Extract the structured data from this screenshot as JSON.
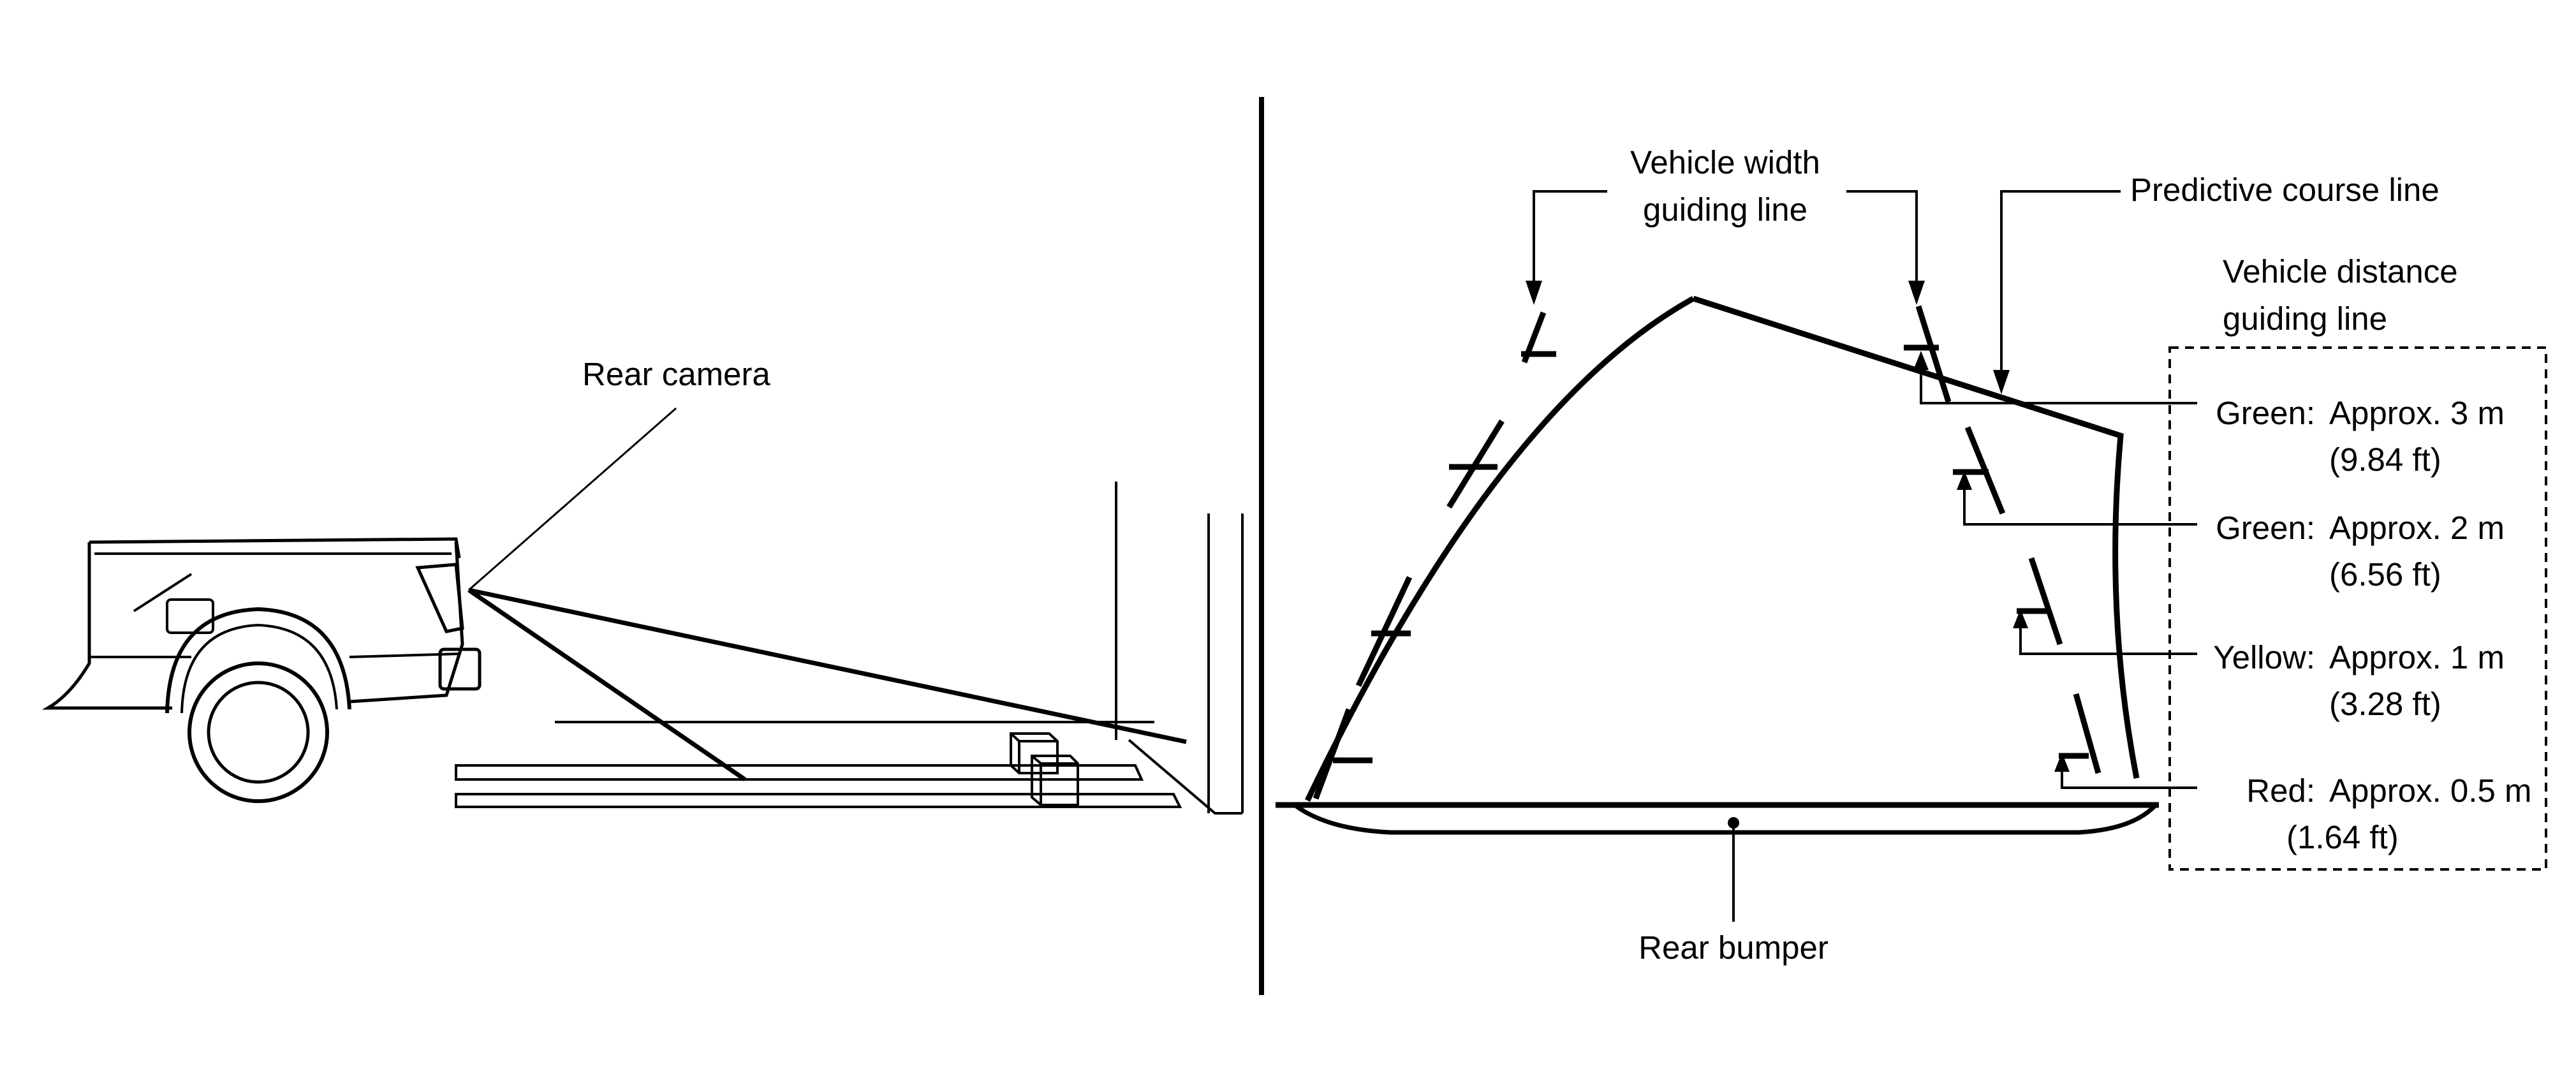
{
  "colors": {
    "ink": "#000000",
    "background": "#ffffff"
  },
  "left_panel": {
    "camera_label": "Rear camera"
  },
  "right_panel": {
    "width_line_label": [
      "Vehicle width",
      "guiding line"
    ],
    "predictive_label": "Predictive course line",
    "distance_label": [
      "Vehicle distance",
      "guiding line"
    ],
    "bumper_label": "Rear bumper",
    "distances": [
      {
        "color": "Green:",
        "text": "Approx. 3 m",
        "imperial": "(9.84 ft)"
      },
      {
        "color": "Green:",
        "text": "Approx. 2 m",
        "imperial": "(6.56 ft)"
      },
      {
        "color": "Yellow:",
        "text": "Approx. 1 m",
        "imperial": "(3.28 ft)"
      },
      {
        "color": "Red:",
        "text": "Approx. 0.5 m",
        "imperial": "(1.64 ft)"
      }
    ]
  }
}
